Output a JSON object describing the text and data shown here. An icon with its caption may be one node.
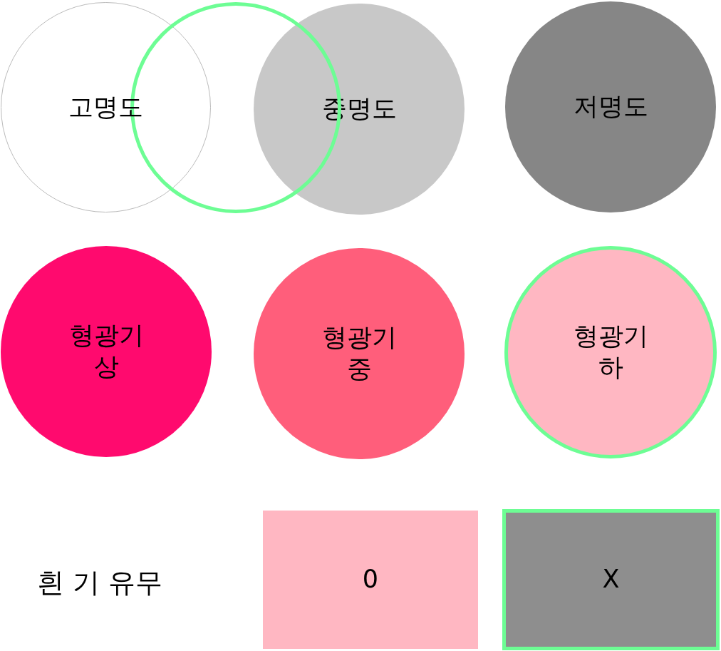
{
  "diagram": {
    "nodes": [
      {
        "text": [
          "고명도"
        ]
      },
      {
        "text": [],
        "shape": "circle"
      },
      {
        "text": [
          "중명도"
        ]
      },
      {
        "text": [
          "저명도"
        ]
      },
      {
        "text": [
          "형광기 상"
        ]
      },
      {
        "text": [
          "형광기 중"
        ]
      },
      {
        "text": [
          "형광기 하"
        ]
      },
      {
        "text": [
          "0"
        ]
      },
      {
        "text": [
          "X"
        ]
      }
    ],
    "labels": [
      "흰 기 유무"
    ]
  }
}
